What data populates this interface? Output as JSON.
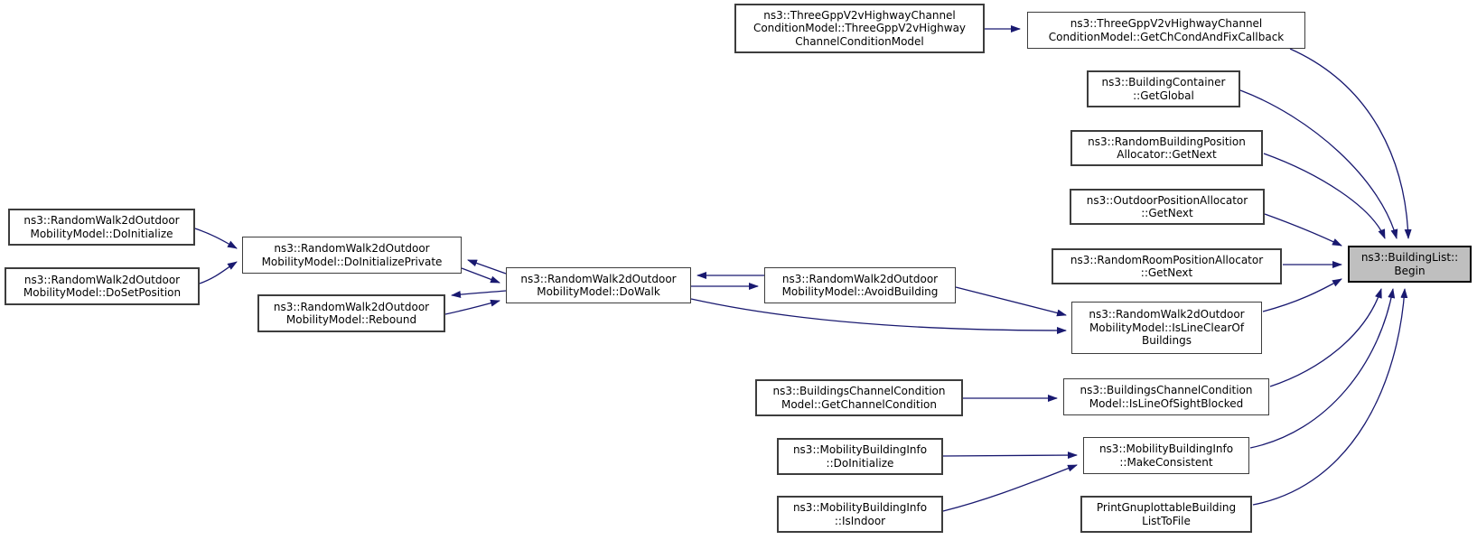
{
  "diagram": {
    "kind": "doxygen-call-graph",
    "focus_function": "ns3::BuildingList::Begin",
    "colors": {
      "edge": "#191970",
      "node_background": "#ffffff",
      "node_border": "#3d3d3d",
      "focus_background": "#bfbfbf",
      "focus_border": "#000000",
      "text": "#000000"
    }
  },
  "nodes": {
    "ctor3gpp": {
      "label": "ns3::ThreeGppV2vHighwayChannel\nConditionModel::ThreeGppV2vHighway\nChannelConditionModel"
    },
    "getchcond": {
      "label": "ns3::ThreeGppV2vHighwayChannel\nConditionModel::GetChCondAndFixCallback"
    },
    "getglobal": {
      "label": "ns3::BuildingContainer\n::GetGlobal"
    },
    "randbuildpos": {
      "label": "ns3::RandomBuildingPosition\nAllocator::GetNext"
    },
    "outdoorpos": {
      "label": "ns3::OutdoorPositionAllocator\n::GetNext"
    },
    "randroom": {
      "label": "ns3::RandomRoomPositionAllocator\n::GetNext"
    },
    "begin": {
      "label": "ns3::BuildingList::\nBegin"
    },
    "islineclear": {
      "label": "ns3::RandomWalk2dOutdoor\nMobilityModel::IsLineClearOf\nBuildings"
    },
    "islosblocked": {
      "label": "ns3::BuildingsChannelCondition\nModel::IsLineOfSightBlocked"
    },
    "getchannelcond": {
      "label": "ns3::BuildingsChannelCondition\nModel::GetChannelCondition"
    },
    "makeconsistent": {
      "label": "ns3::MobilityBuildingInfo\n::MakeConsistent"
    },
    "mbidoinit": {
      "label": "ns3::MobilityBuildingInfo\n::DoInitialize"
    },
    "mbiisindoor": {
      "label": "ns3::MobilityBuildingInfo\n::IsIndoor"
    },
    "printgnuplot": {
      "label": "PrintGnuplottableBuilding\nListToFile"
    },
    "rwdoinit": {
      "label": "ns3::RandomWalk2dOutdoor\nMobilityModel::DoInitialize"
    },
    "rwdosetpos": {
      "label": "ns3::RandomWalk2dOutdoor\nMobilityModel::DoSetPosition"
    },
    "doinitpriv": {
      "label": "ns3::RandomWalk2dOutdoor\nMobilityModel::DoInitializePrivate"
    },
    "rebound": {
      "label": "ns3::RandomWalk2dOutdoor\nMobilityModel::Rebound"
    },
    "dowalk": {
      "label": "ns3::RandomWalk2dOutdoor\nMobilityModel::DoWalk"
    },
    "avoidbuilding": {
      "label": "ns3::RandomWalk2dOutdoor\nMobilityModel::AvoidBuilding"
    }
  },
  "edges": [
    {
      "from": "ctor3gpp",
      "to": "getchcond"
    },
    {
      "from": "getchcond",
      "to": "begin"
    },
    {
      "from": "getglobal",
      "to": "begin"
    },
    {
      "from": "randbuildpos",
      "to": "begin"
    },
    {
      "from": "outdoorpos",
      "to": "begin"
    },
    {
      "from": "randroom",
      "to": "begin"
    },
    {
      "from": "islineclear",
      "to": "begin"
    },
    {
      "from": "islosblocked",
      "to": "begin"
    },
    {
      "from": "makeconsistent",
      "to": "begin"
    },
    {
      "from": "printgnuplot",
      "to": "begin"
    },
    {
      "from": "rwdoinit",
      "to": "doinitpriv"
    },
    {
      "from": "rwdosetpos",
      "to": "doinitpriv"
    },
    {
      "from": "dowalk",
      "to": "doinitpriv"
    },
    {
      "from": "doinitpriv",
      "to": "dowalk"
    },
    {
      "from": "dowalk",
      "to": "rebound"
    },
    {
      "from": "rebound",
      "to": "dowalk"
    },
    {
      "from": "avoidbuilding",
      "to": "dowalk"
    },
    {
      "from": "dowalk",
      "to": "avoidbuilding"
    },
    {
      "from": "avoidbuilding",
      "to": "islineclear"
    },
    {
      "from": "dowalk",
      "to": "islineclear"
    },
    {
      "from": "getchannelcond",
      "to": "islosblocked"
    },
    {
      "from": "mbidoinit",
      "to": "makeconsistent"
    },
    {
      "from": "mbiisindoor",
      "to": "makeconsistent"
    }
  ]
}
